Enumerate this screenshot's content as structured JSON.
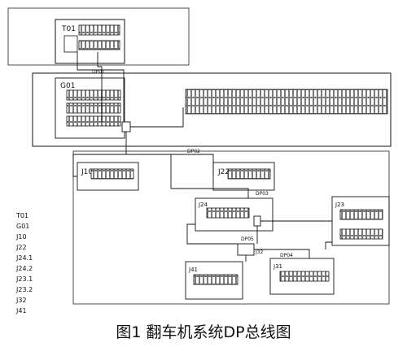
{
  "frames": {
    "t01": "T01",
    "g01": "G01",
    "j10": "J10",
    "j22": "J22",
    "j24": "J24",
    "j23": "J23",
    "j31": "J31",
    "j32": "J32",
    "j41": "J41"
  },
  "bus_labels": {
    "dp01": "DP01",
    "dp02": "DP02",
    "dp03": "DP03",
    "dp04": "DP04",
    "dp05": "DP05"
  },
  "legend": {
    "t01": "T01",
    "g01": "G01",
    "j10": "J10",
    "j22": "J22",
    "j241": "J24.1",
    "j242": "J24.2",
    "j231": "J23.1",
    "j232": "J23.2",
    "j32": "J32",
    "j41": "J41"
  },
  "caption": "图1  翻车机系统DP总线图"
}
